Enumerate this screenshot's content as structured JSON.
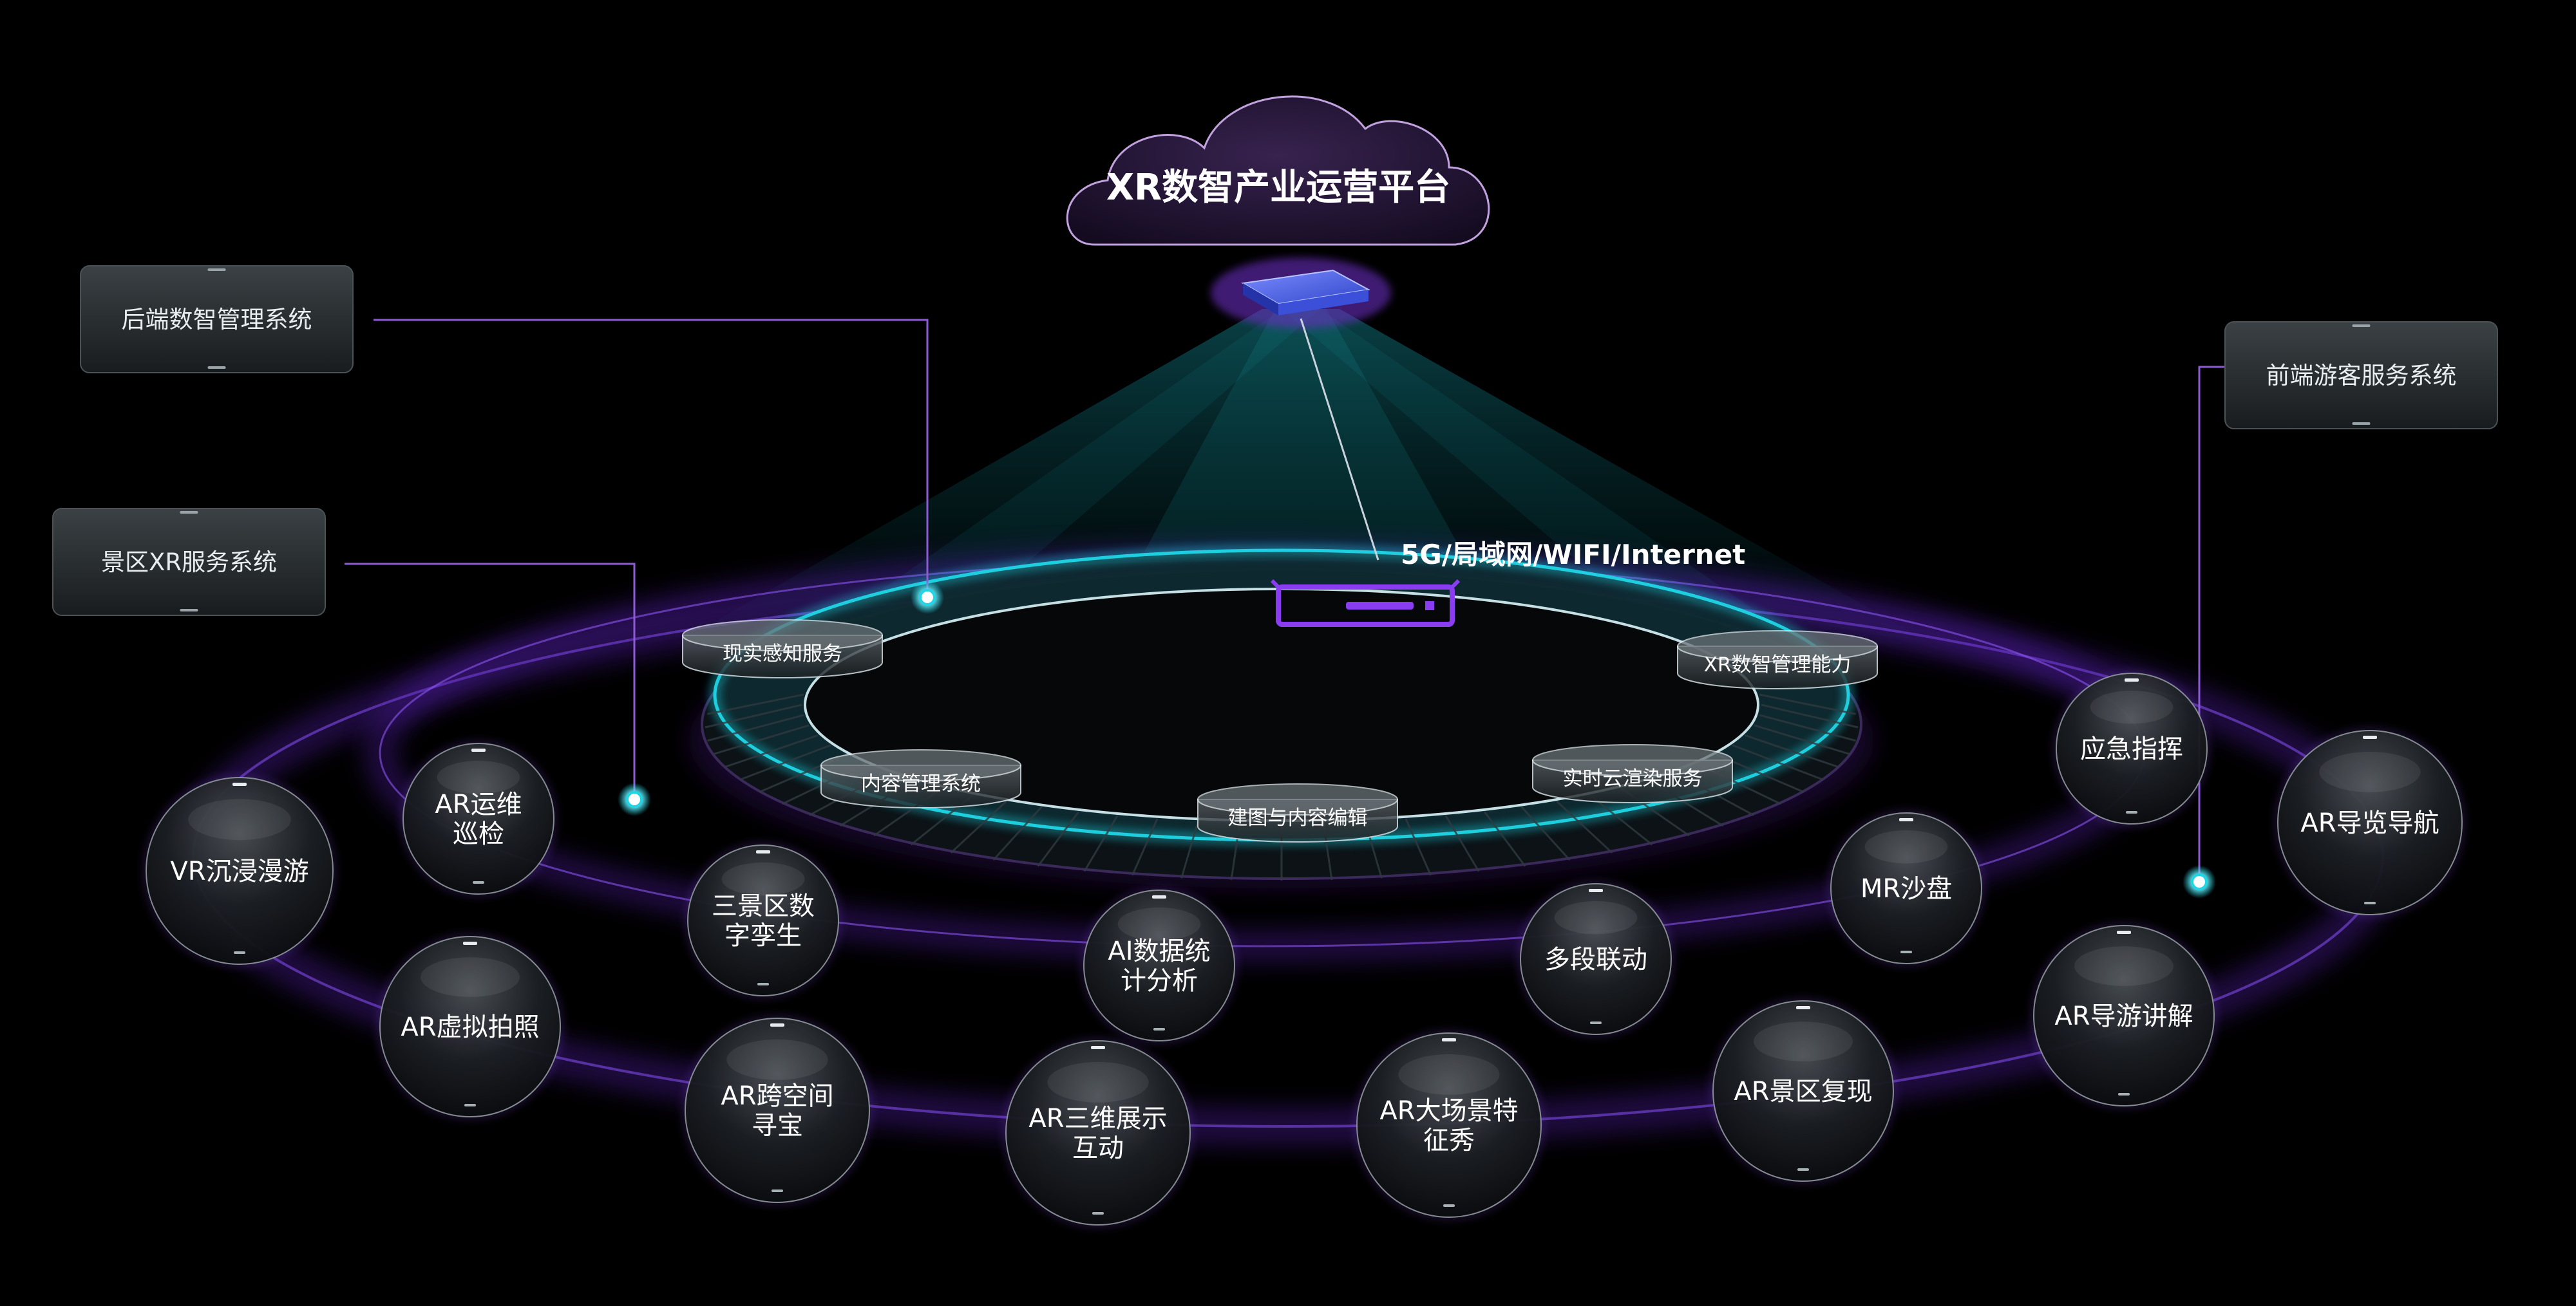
{
  "platform": {
    "title": "XR数智产业运营平台"
  },
  "network": {
    "label": "5G/局域网/WIFI/Internet"
  },
  "side_panels": {
    "backend": "后端数智管理系统",
    "scenic": "景区XR服务系统",
    "frontend": "前端游客服务系统"
  },
  "ring_services": {
    "reality": "现实感知服务",
    "xr_ability": "XR数智管理能力",
    "content_mgmt": "内容管理系统",
    "modeling": "建图与内容编辑",
    "cloud_render": "实时云渲染服务"
  },
  "bubbles": {
    "vr_immersive": [
      "VR沉浸漫游"
    ],
    "ar_patrol": [
      "AR运维",
      "巡检"
    ],
    "ar_photo": [
      "AR虚拟拍照"
    ],
    "twin": [
      "三景区数",
      "字孪生"
    ],
    "ar_treasure": [
      "AR跨空间",
      "寻宝"
    ],
    "ai_stats": [
      "AI数据统",
      "计分析"
    ],
    "ar_3d": [
      "AR三维展示",
      "互动"
    ],
    "multi_link": [
      "多段联动"
    ],
    "ar_show": [
      "AR大场景特",
      "征秀"
    ],
    "mr_sand": [
      "MR沙盘"
    ],
    "ar_restore": [
      "AR景区复现"
    ],
    "emergency": [
      "应急指挥"
    ],
    "ar_guide_nav": [
      "AR导览导航"
    ],
    "ar_guide_talk": [
      "AR导游讲解"
    ]
  },
  "colors": {
    "background": "#000000",
    "accent_cyan": "#1fd6e6",
    "accent_purple": "#8a3df0",
    "ring_purple": "#6b2fd6",
    "connector": "#8e5bd6"
  }
}
